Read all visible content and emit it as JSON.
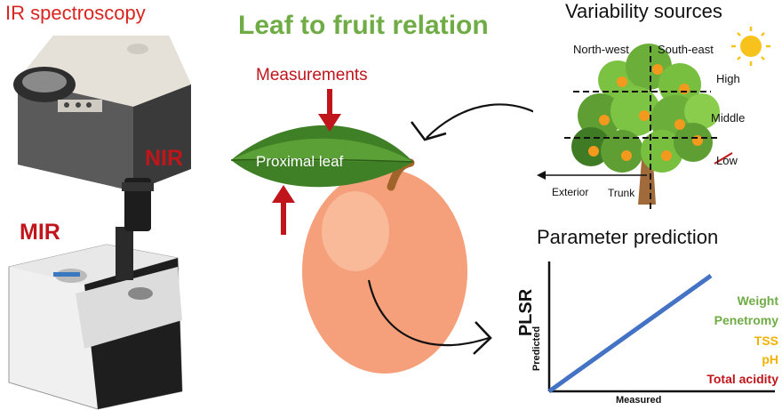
{
  "headers": {
    "ir_spectroscopy": "IR spectroscopy",
    "nir": "NIR",
    "mir": "MIR",
    "title": "Leaf to fruit relation",
    "measurements": "Measurements",
    "variability_sources": "Variability sources",
    "parameter_prediction": "Parameter prediction"
  },
  "leaf": {
    "label": "Proximal leaf"
  },
  "tree": {
    "north_west": "North-west",
    "south_east": "South-east",
    "high": "High",
    "middle": "Middle",
    "low": "Low",
    "exterior": "Exterior",
    "trunk": "Trunk"
  },
  "plot": {
    "ylabel": "PLSR",
    "ylabel_sub": "Predicted",
    "xlabel": "Measured",
    "parameters": [
      {
        "name": "Weight",
        "color": "#6fac46"
      },
      {
        "name": "Penetromy",
        "color": "#6fac46"
      },
      {
        "name": "TSS",
        "color": "#f2b300"
      },
      {
        "name": "pH",
        "color": "#f2b300"
      },
      {
        "name": "Total acidity",
        "color": "#c0161b"
      }
    ]
  },
  "colors": {
    "red": "#c0161b",
    "green": "#6fac46",
    "line_blue": "#4472c4",
    "fruit": "#f7a27a",
    "leaf": "#4e8b2a"
  }
}
